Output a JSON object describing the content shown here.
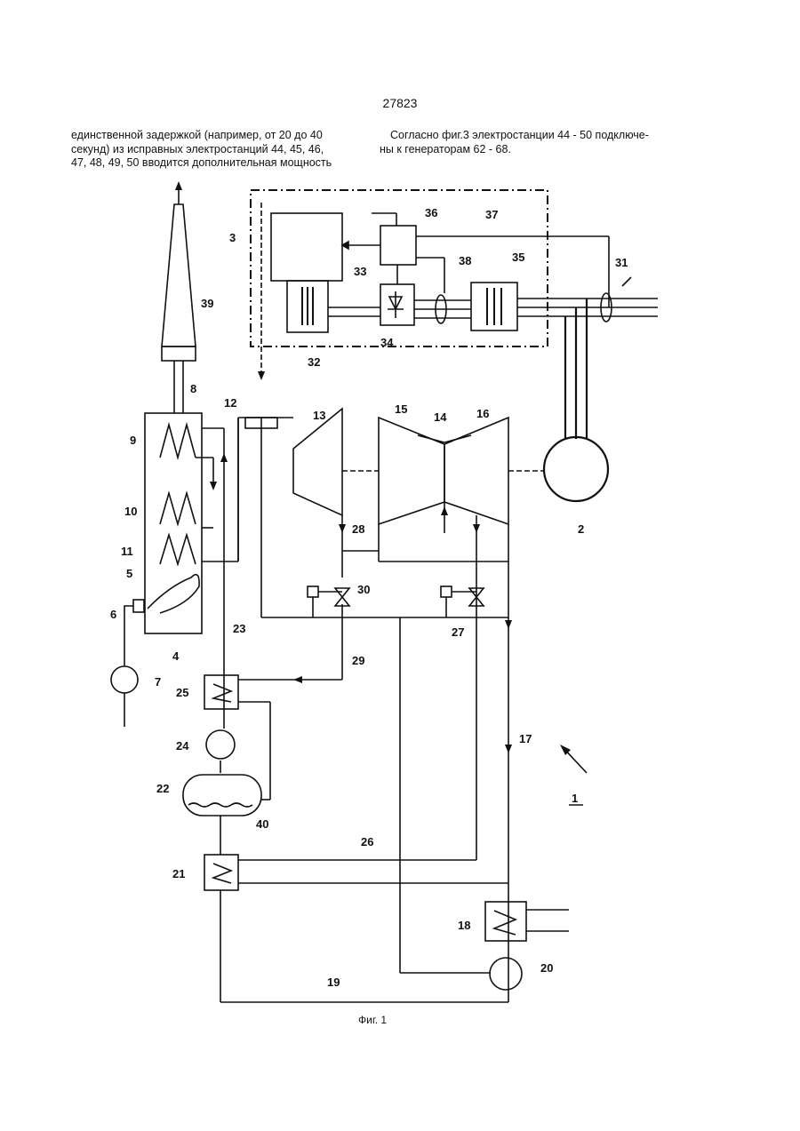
{
  "page_number": "27823",
  "left_column": [
    "единственной задержкой (например, от 20 до 40",
    "секунд) из исправных электростанций 44, 45, 46,",
    "47, 48, 49, 50 вводится дополнительная мощность"
  ],
  "right_column": [
    "Согласно фиг.3 электростанции 44 - 50 подключе-",
    "ны к генераторам 62 - 68."
  ],
  "figure_caption": "Фиг. 1",
  "labels": {
    "l1": "1",
    "l2": "2",
    "l3": "3",
    "l4": "4",
    "l5": "5",
    "l6": "6",
    "l7": "7",
    "l8": "8",
    "l9": "9",
    "l10": "10",
    "l11": "11",
    "l12": "12",
    "l13": "13",
    "l14": "14",
    "l15": "15",
    "l16": "16",
    "l17": "17",
    "l18": "18",
    "l19": "19",
    "l20": "20",
    "l21": "21",
    "l22": "22",
    "l23": "23",
    "l24": "24",
    "l25": "25",
    "l26": "26",
    "l27": "27",
    "l28": "28",
    "l29": "29",
    "l30": "30",
    "l31": "31",
    "l32": "32",
    "l33": "33",
    "l34": "34",
    "l35": "35",
    "l36": "36",
    "l37": "37",
    "l38": "38",
    "l39": "39",
    "l40": "40"
  }
}
